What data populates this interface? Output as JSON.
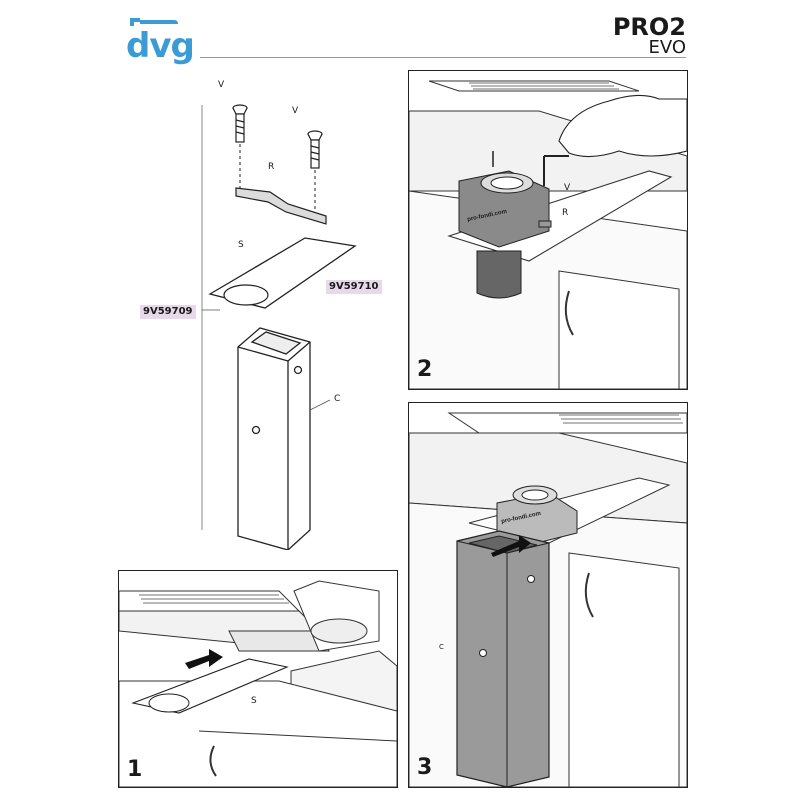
{
  "brand": {
    "logo_text": "dvg",
    "accent": "#3a9bd5"
  },
  "header": {
    "model": "PRO2",
    "variant": "EVO"
  },
  "exploded_view": {
    "labels": {
      "screw": "V",
      "bracket": "R",
      "plate": "S",
      "column": "C"
    },
    "codes": {
      "plate_code": "9V59710",
      "assembly_code": "9V59709"
    }
  },
  "steps": [
    {
      "number": "1",
      "labels": [
        "S"
      ]
    },
    {
      "number": "2",
      "labels": [
        "V",
        "R"
      ],
      "brand_text": "pro-fondi.com"
    },
    {
      "number": "3",
      "labels": [
        "C"
      ],
      "brand_text": "pro-fondi.com"
    }
  ]
}
